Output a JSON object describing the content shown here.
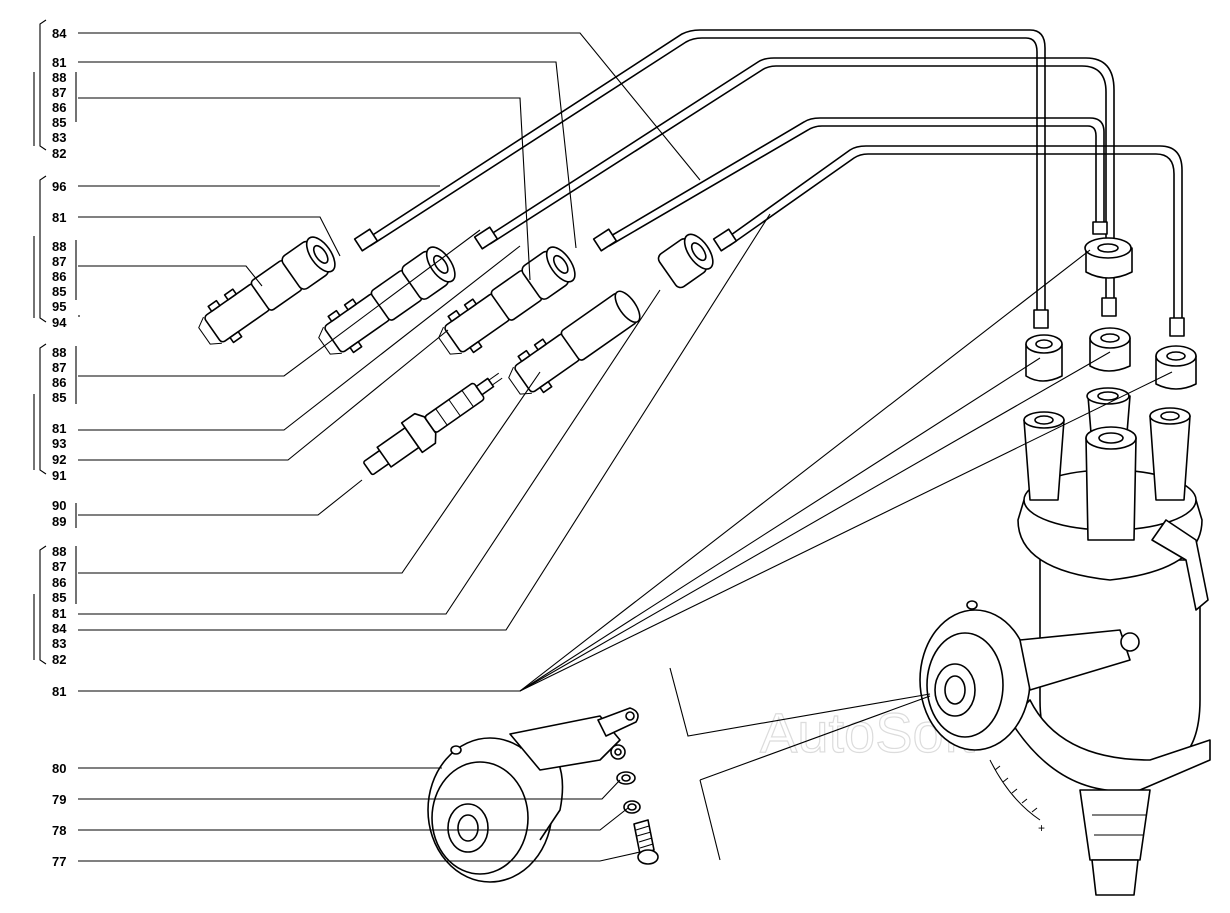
{
  "watermark": "AutoSoft",
  "callouts": {
    "g1": [
      "84",
      "81",
      "88",
      "87",
      "86",
      "85",
      "83",
      "82"
    ],
    "g2": [
      "96",
      "81",
      "88",
      "87",
      "86",
      "85",
      "95",
      "94"
    ],
    "g3": [
      "88",
      "87",
      "86",
      "85",
      "81",
      "93",
      "92",
      "91"
    ],
    "g4": [
      "90",
      "89"
    ],
    "g5": [
      "88",
      "87",
      "86",
      "85",
      "81",
      "84",
      "83",
      "82"
    ],
    "g6": [
      "81"
    ],
    "g7": [
      "80",
      "79",
      "78",
      "77"
    ]
  },
  "components": {
    "distributor": "distributor-assembly",
    "vacuum_unit": "vacuum-advance-unit",
    "spark_plug": "spark-plug",
    "connectors": "spark-plug-connectors",
    "leads": "high-tension-leads"
  }
}
